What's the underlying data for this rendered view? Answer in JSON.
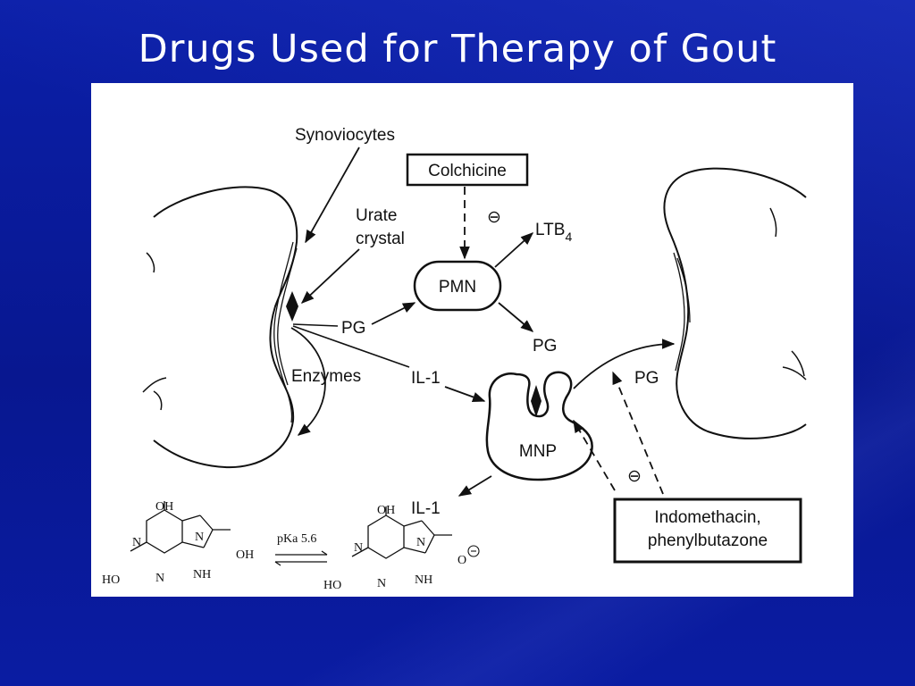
{
  "slide": {
    "title": "Drugs Used for Therapy of Gout"
  },
  "diagram": {
    "synoviocytes": "Synoviocytes",
    "colchicine": "Colchicine",
    "urate_line1": "Urate",
    "urate_line2": "crystal",
    "inhibit_symbol": "⊖",
    "ltb": "LTB",
    "ltb_sub": "4",
    "pmn": "PMN",
    "pg_in": "PG",
    "pg_out": "PG",
    "enzymes": "Enzymes",
    "il1_in": "IL-1",
    "mnp": "MNP",
    "pg_right": "PG",
    "il1_out": "IL-1",
    "drug_line1": "Indomethacin,",
    "drug_line2": "phenylbutazone"
  },
  "chemistry": {
    "oh": "OH",
    "n": "N",
    "ho": "HO",
    "nh": "NH",
    "o_minus": "O",
    "pka": "pKa 5.6"
  }
}
